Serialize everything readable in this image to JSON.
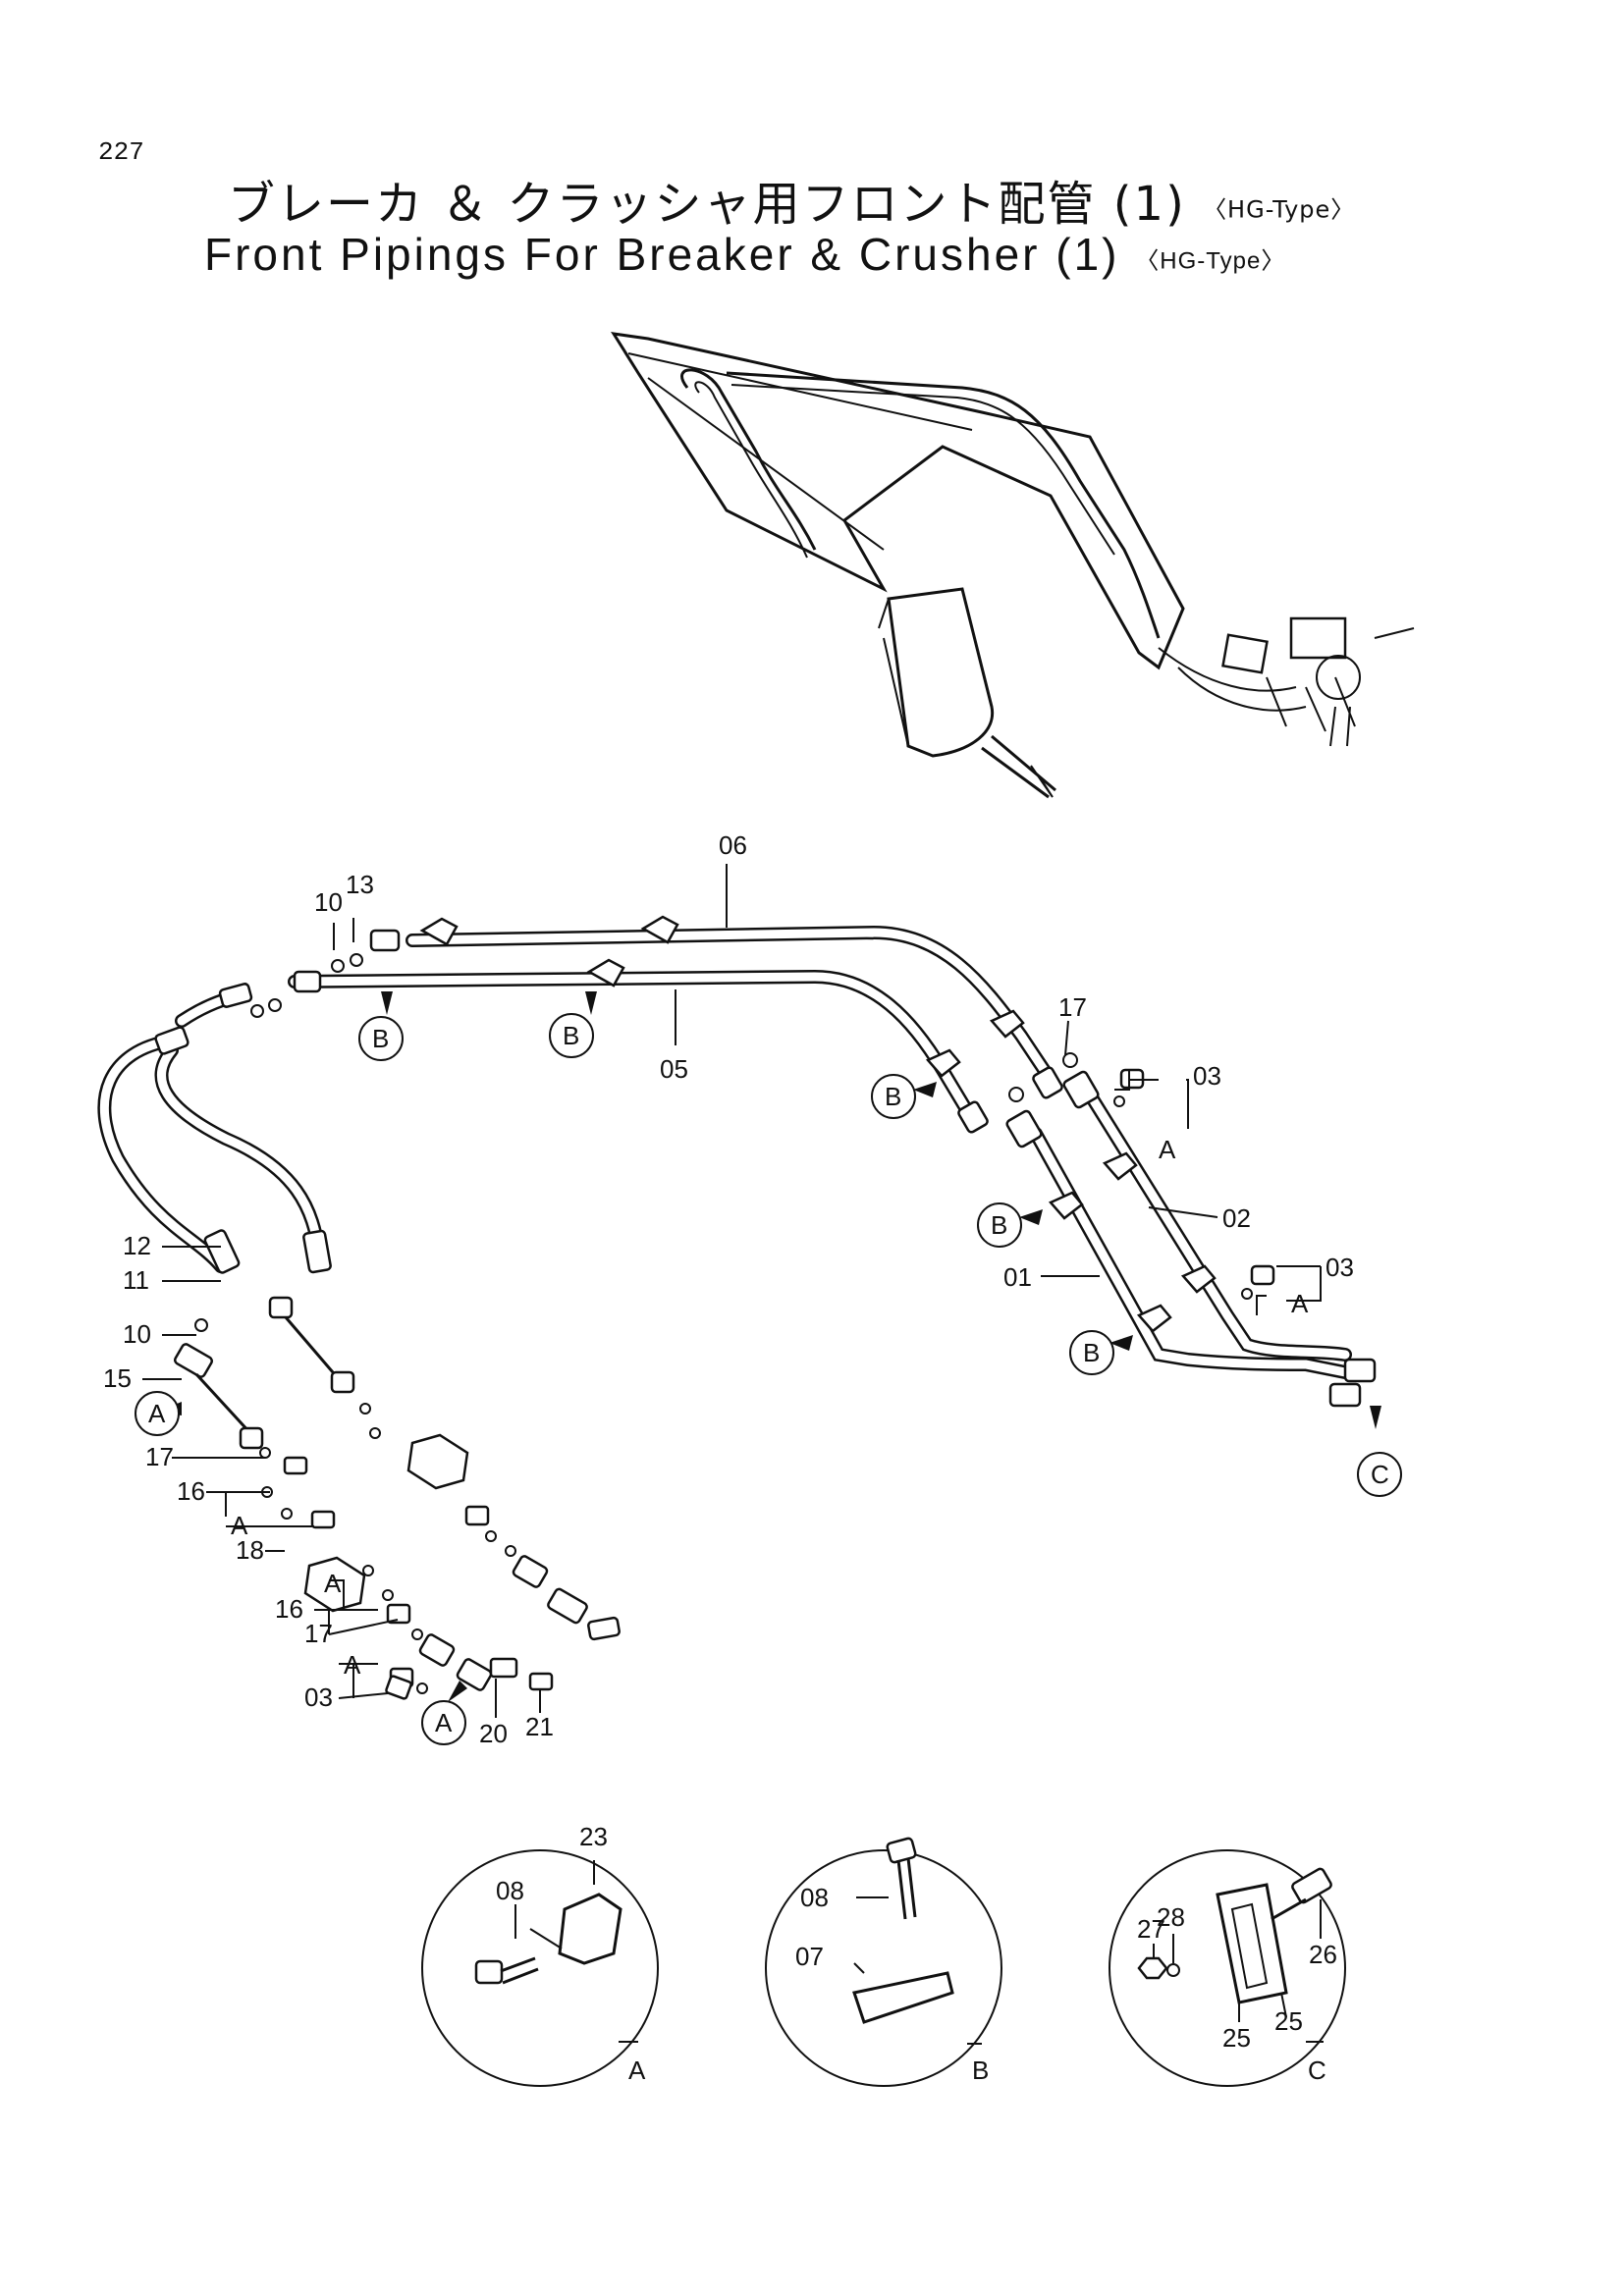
{
  "page_number": "227",
  "title": {
    "jp": "ブレーカ ＆ クラッシャ用フロント配管",
    "en": "Front Pipings For Breaker & Crusher",
    "seq": "(1)",
    "type_tag": "〈HG-Type〉"
  },
  "callouts": {
    "p06": "06",
    "p05": "05",
    "p10": "10",
    "p13": "13",
    "p17": "17",
    "p03": "03",
    "p02": "02",
    "p01": "01",
    "p12": "12",
    "p11": "11",
    "p15": "15",
    "p16": "16",
    "p18": "18",
    "p20": "20",
    "p21": "21",
    "p23": "23",
    "p08": "08",
    "p07": "07",
    "p28": "28",
    "p27": "27",
    "p26": "26",
    "p25": "25"
  },
  "refs": {
    "A": "A",
    "B": "B",
    "C": "C"
  }
}
